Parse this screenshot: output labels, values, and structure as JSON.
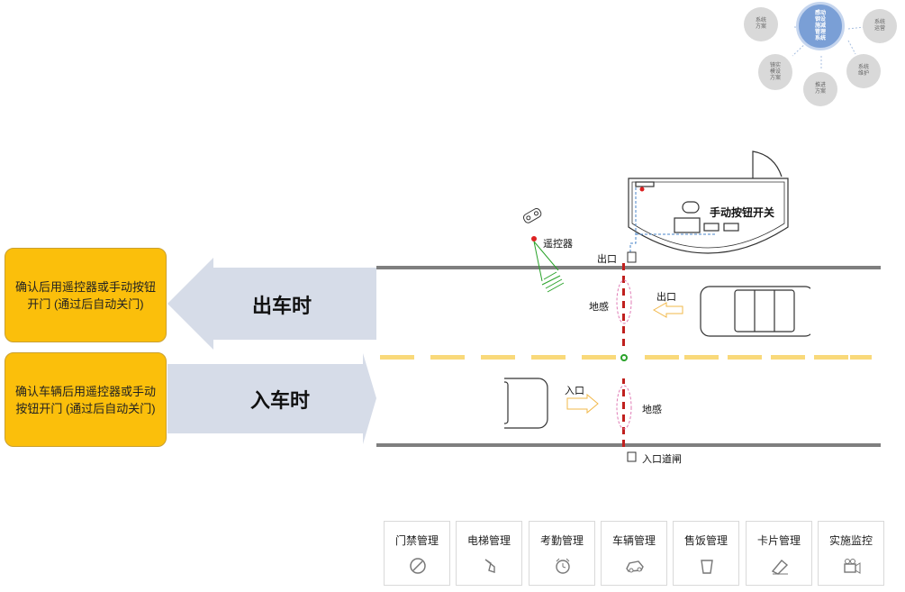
{
  "mindmap": {
    "center": "感动钢设施减管理系统",
    "nodes": [
      "系统方案",
      "系统运营",
      "镜实模设方案",
      "系统维护",
      "推进方案"
    ]
  },
  "callouts": {
    "exit": "确认后用遥控器或手动按钮开门 (通过后自动关门)",
    "entry": "确认车辆后用遥控器或手动按钮开门 (通过后自动关门)"
  },
  "arrows": {
    "exit_label": "出车时",
    "entry_label": "入车时"
  },
  "diagram": {
    "remote": "遥控器",
    "manual_switch": "手动按钮开关",
    "exit_gate": "出口",
    "exit_sensor": "地感",
    "exit_direction": "出口",
    "entry_direction": "入口",
    "entry_sensor": "地感",
    "entry_gate": "入口道闸"
  },
  "tabs": [
    {
      "label": "门禁管理",
      "icon": "no-entry-icon"
    },
    {
      "label": "电梯管理",
      "icon": "elevator-icon"
    },
    {
      "label": "考勤管理",
      "icon": "alarm-clock-icon"
    },
    {
      "label": "车辆管理",
      "icon": "car-icon"
    },
    {
      "label": "售饭管理",
      "icon": "cup-icon"
    },
    {
      "label": "卡片管理",
      "icon": "card-icon"
    },
    {
      "label": "实施监控",
      "icon": "camera-icon"
    }
  ],
  "colors": {
    "callout": "#fbbf0b",
    "arrow": "#d6dce8",
    "mindmap_center": "#7a9fd6",
    "lane_dash": "#f9d97a",
    "sensor": "#e07bb5"
  }
}
